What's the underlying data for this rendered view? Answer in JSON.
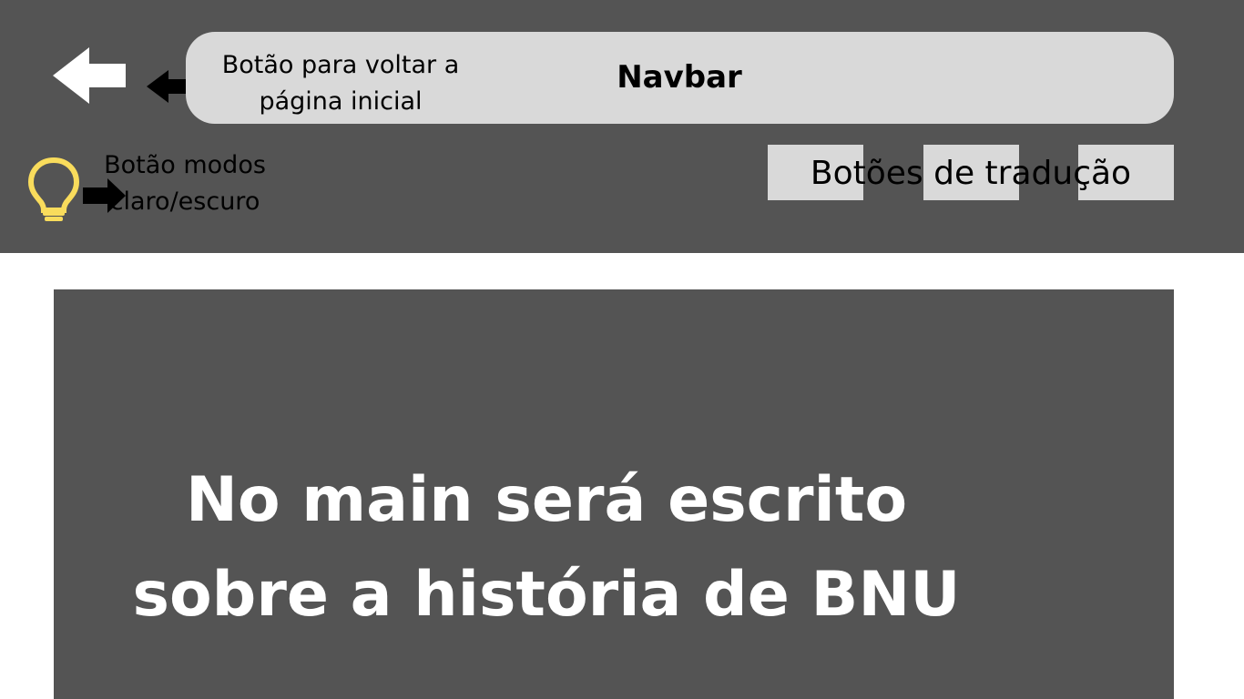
{
  "header": {
    "back_button_label": "Botão para voltar a página inicial",
    "navbar_title": "Navbar",
    "mode_button_label": "Botão modos claro/escuro",
    "translation_buttons_label": "Botões de tradução",
    "translation_buttons": [
      "",
      "",
      ""
    ]
  },
  "main": {
    "text": "No main será escrito sobre a história de BNU"
  },
  "colors": {
    "header_bg": "#545454",
    "navbar_bg": "#d9d9d9",
    "button_bg": "#d9d9d9",
    "bulb": "#f9dc5c",
    "main_text": "#ffffff"
  },
  "icons": {
    "back": "white-arrow-left-icon",
    "pointer_left": "black-arrow-left-icon",
    "bulb": "lightbulb-icon",
    "pointer_right": "black-arrow-right-icon"
  }
}
